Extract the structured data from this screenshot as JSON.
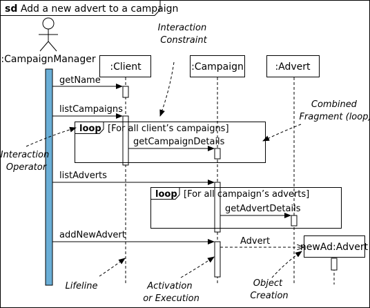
{
  "frame": {
    "keyword": "sd",
    "title": "Add a new advert to a campaign"
  },
  "actor": {
    "label": ":CampaignManager"
  },
  "lifelines": {
    "client": ":Client",
    "campaign": ":Campaign",
    "advert": ":Advert",
    "new_advert": "newAd:Advert"
  },
  "messages": {
    "get_name": "getName",
    "list_campaigns": "listCampaigns",
    "get_campaign_details": "getCampaignDetails",
    "list_adverts": "listAdverts",
    "get_advert_details": "getAdvertDetails",
    "add_new_advert": "addNewAdvert",
    "create_advert": "Advert"
  },
  "fragments": {
    "outer": {
      "operator": "loop",
      "guard": "[For all client’s campaigns]"
    },
    "inner": {
      "operator": "loop",
      "guard": "[For all campaign’s adverts]"
    }
  },
  "annotations": {
    "interaction_constraint": [
      "Interaction",
      "Constraint"
    ],
    "combined_fragment": [
      "Combined",
      "Fragment (loop)"
    ],
    "interaction_operator": [
      "Interaction",
      "Operator"
    ],
    "lifeline": [
      "Lifeline"
    ],
    "activation": [
      "Activation",
      "or Execution"
    ],
    "object_creation": [
      "Object",
      "Creation"
    ]
  },
  "colors": {
    "actor_activation": "#6aaed6"
  }
}
